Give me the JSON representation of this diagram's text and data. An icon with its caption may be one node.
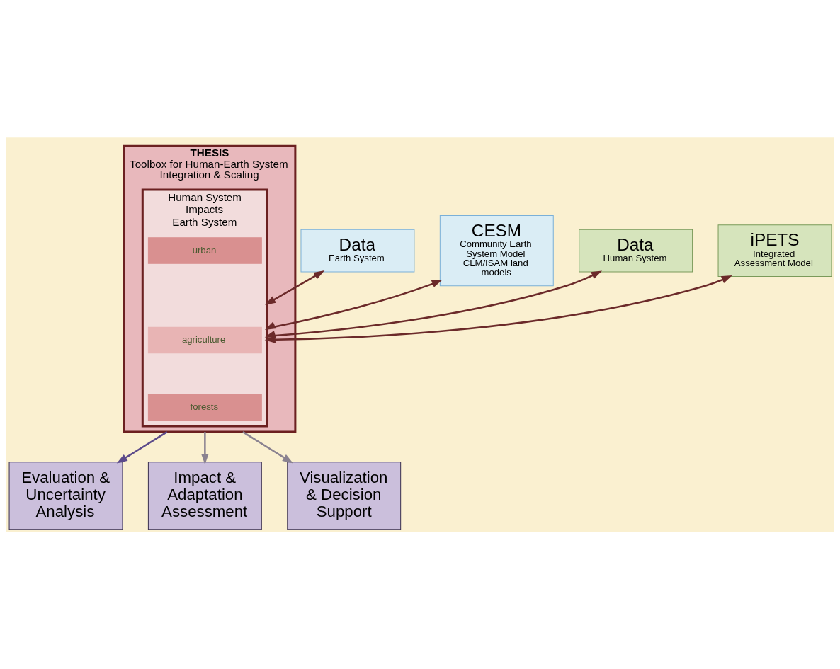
{
  "diagram": {
    "nodes": [
      {
        "text": [
          "THESIS",
          "Toolbox for Human-Earth System Integration & Scaling"
        ]
      },
      {
        "text": [
          "Human System",
          "Impacts",
          "Earth System"
        ],
        "in": 0
      },
      {
        "text": [
          "urban"
        ],
        "in": 1
      },
      {
        "text": [
          "agriculture"
        ],
        "in": 1
      },
      {
        "text": [
          "forests"
        ],
        "in": 1
      },
      {
        "text": [
          "Data",
          "Human System"
        ]
      },
      {
        "text": [
          "iPETS",
          "Integrated Assessment Model"
        ]
      },
      {
        "text": [
          "Data",
          "Earth System"
        ]
      },
      {
        "text": [
          "CESM",
          "Community Earth System Model CLM/ISAM land models"
        ]
      },
      {
        "text": [
          "Evaluation & Uncertainty Analysis"
        ]
      },
      {
        "text": [
          "Impact & Adaptation Assessment"
        ]
      },
      {
        "text": [
          "Visualization & Decision Support"
        ]
      }
    ],
    "edges": [
      {
        "from": 5,
        "to": 1,
        "arrow": "both"
      },
      {
        "from": 6,
        "to": 1,
        "arrow": "both"
      },
      {
        "from": 1,
        "to": 7,
        "arrow": "both"
      },
      {
        "from": 1,
        "to": 8,
        "arrow": "both"
      },
      {
        "from": 0,
        "to": 9,
        "arrow": "to",
        "color": "#5b4a8a"
      },
      {
        "from": 0,
        "to": 10,
        "arrow": "to",
        "color": "#8a8290"
      },
      {
        "from": 0,
        "to": 11,
        "arrow": "to",
        "color": "#8a8290"
      }
    ]
  }
}
